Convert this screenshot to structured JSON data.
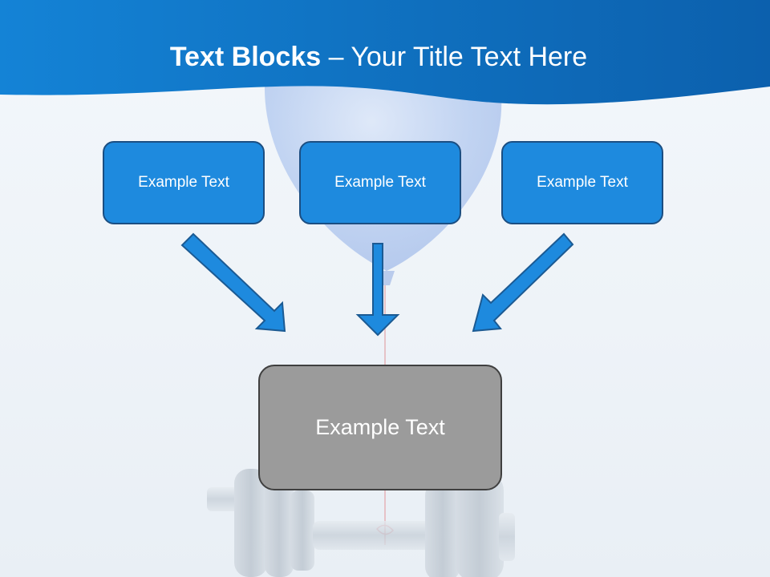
{
  "slide": {
    "title_bold": "Text Blocks",
    "title_rest": "– Your Title Text Here"
  },
  "diagram": {
    "top_boxes": [
      {
        "label": "Example Text"
      },
      {
        "label": "Example Text"
      },
      {
        "label": "Example Text"
      }
    ],
    "center_box": {
      "label": "Example Text"
    }
  },
  "colors": {
    "header_blue": "#0f73c3",
    "box_blue": "#1e8ade",
    "box_border": "#1b4e82",
    "center_gray": "#9b9b9b",
    "arrow_fill": "#1e8ade"
  }
}
